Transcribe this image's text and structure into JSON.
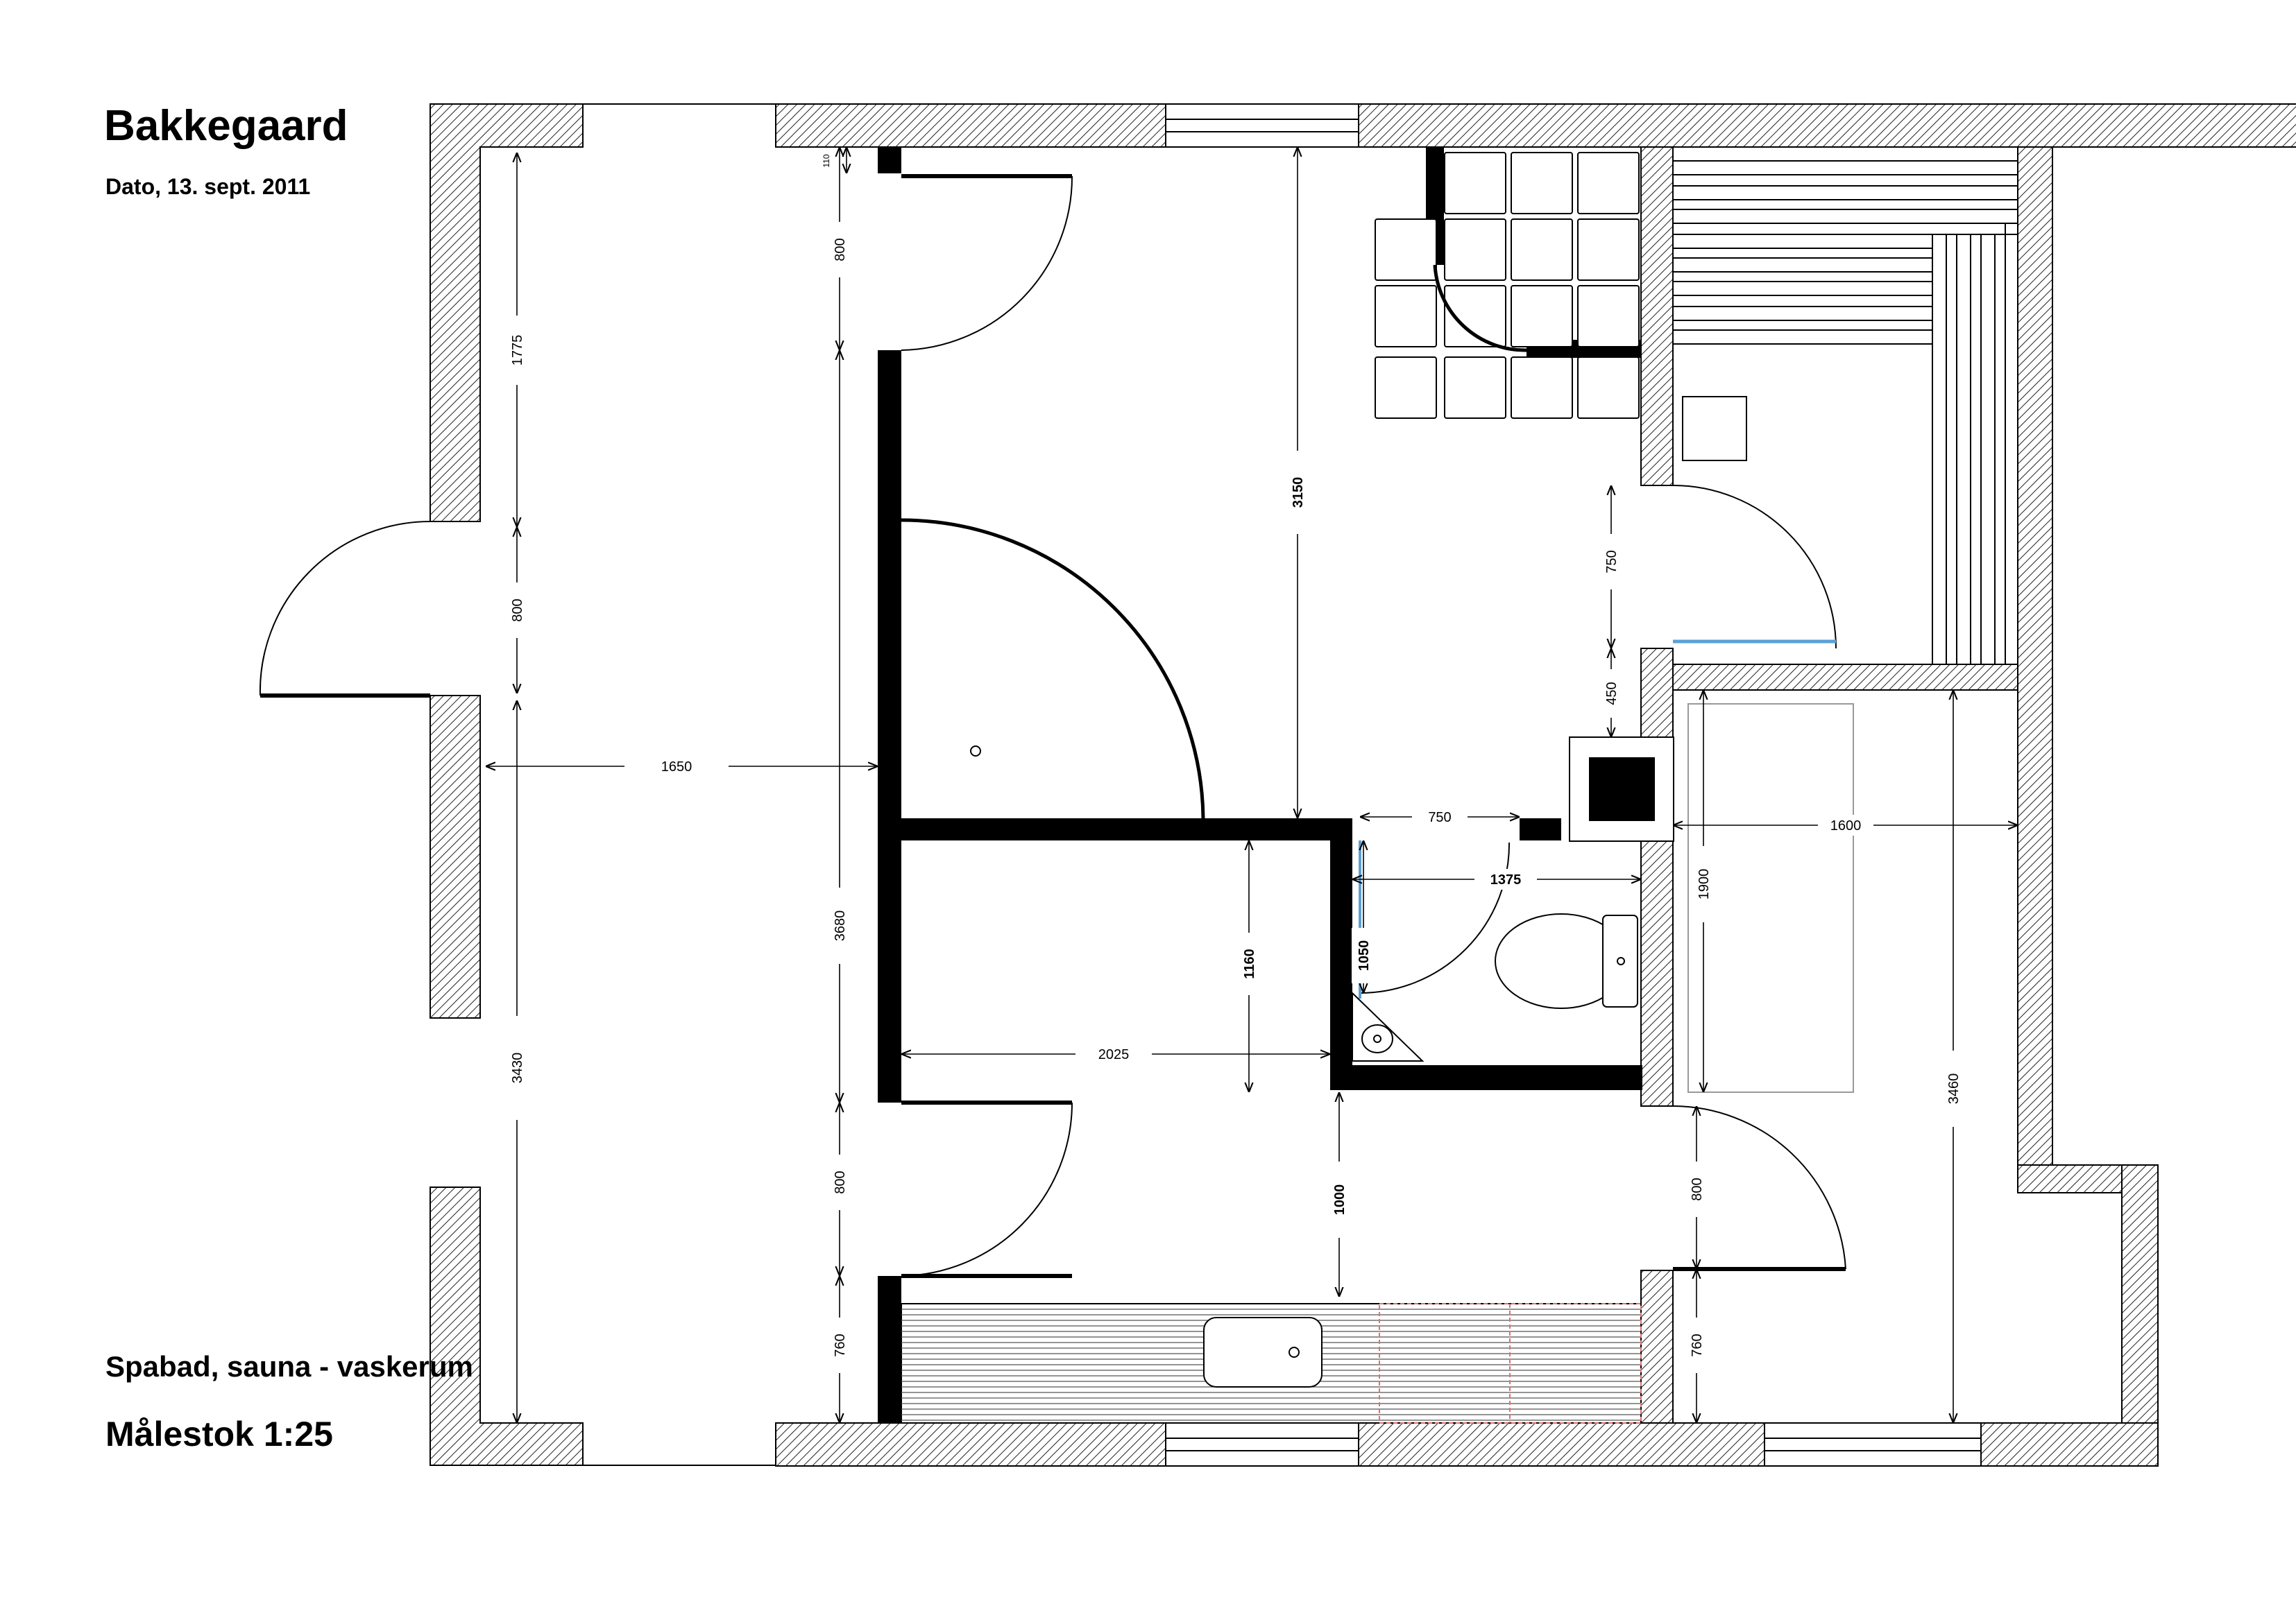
{
  "header": {
    "title": "Bakkegaard",
    "date": "Dato, 13. sept. 2011"
  },
  "footer": {
    "room_description": "Spabad, sauna - vaskerum",
    "scale": "Målestok 1:25"
  },
  "dimensions": {
    "d1775": "1775",
    "d800_left": "800",
    "d1650": "1650",
    "d3430": "3430",
    "d800_top": "800",
    "d3680": "3680",
    "d800_mid": "800",
    "d760_left": "760",
    "d3150": "3150",
    "d750_door": "750",
    "d450": "450",
    "d750_h": "750",
    "d1375": "1375",
    "d1050": "1050",
    "d1160": "1160",
    "d2025": "2025",
    "d1000": "1000",
    "d1600": "1600",
    "d1900": "1900",
    "d3460": "3460",
    "d800_right": "800",
    "d760_right": "760",
    "d110": "110"
  }
}
